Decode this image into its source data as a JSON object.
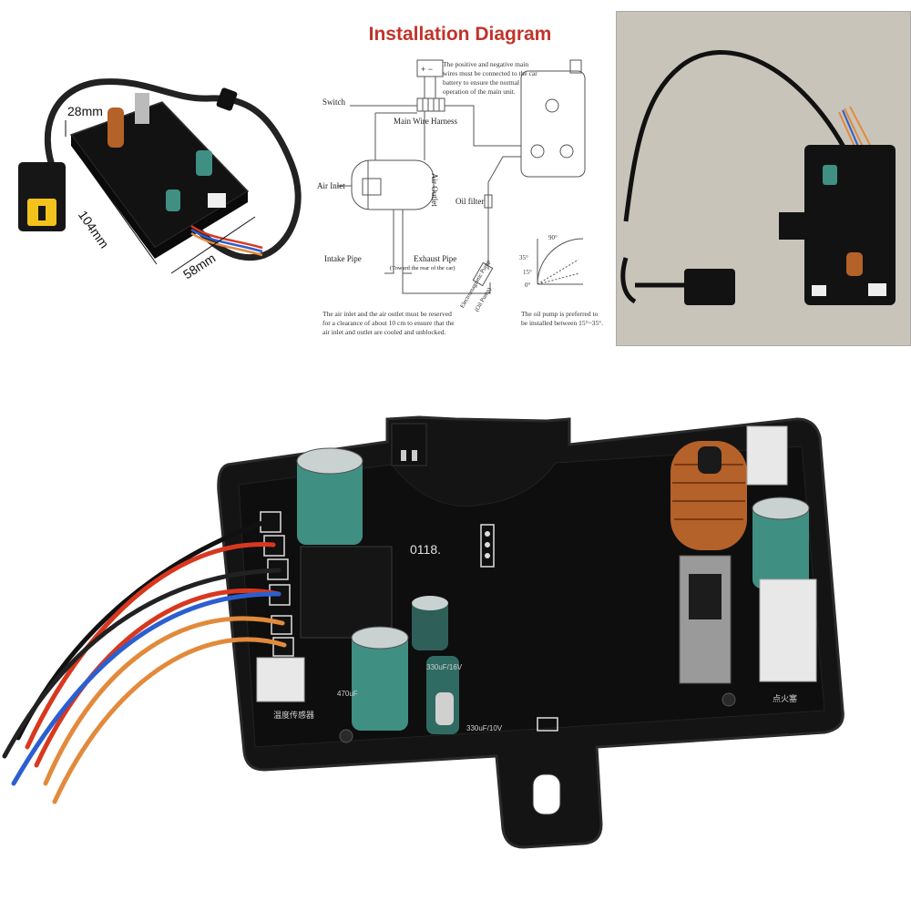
{
  "product_image": {
    "dimensions": {
      "height": "28mm",
      "length": "104mm",
      "width": "58mm"
    },
    "diagram": {
      "title": "Installation Diagram",
      "labels": {
        "switch": "Switch",
        "main_wire_harness": "Main Wire Harness",
        "air_inlet": "Air Inlet",
        "air_outlet": "Air Outlet",
        "oil_filter": "Oil filter",
        "intake_pipe": "Intake Pipe",
        "exhaust_pipe": "Exhaust Pipe",
        "exhaust_note": "(Toward the rear of the car)",
        "pump": "Electromagnetic Pump",
        "pump_sub": "(Oil Pump)"
      },
      "battery_note": "The positive and negative main wires must be connected to the car battery to ensure the normal operation of the main unit.",
      "airflow_note": "The air inlet and the air outlet must be reserved for a clearance of about 10 cm to ensure that the air inlet and outlet are cooled and unblocked.",
      "pump_note": "The oil pump is preferred to be installed between 15°~35°.",
      "angles": [
        "90°",
        "35°",
        "15°",
        "0°"
      ],
      "battery_symbol": "+ −"
    },
    "board_markings": {
      "code": "0118.",
      "cap_large": "470uF",
      "cap_mid": "330uF/16V",
      "cap_small": "330uF/10V",
      "sensor_label": "温度传感器",
      "igniter_label": "点火塞"
    },
    "colors": {
      "board": "#141414",
      "coil": "#b5612a",
      "capacitor": "#3f8f82",
      "wire_red": "#d8381f",
      "wire_orange": "#e28a3c",
      "wire_blue": "#2b5fd0",
      "connector_yellow": "#f4c21c",
      "diagram_title": "#c0342b"
    }
  }
}
